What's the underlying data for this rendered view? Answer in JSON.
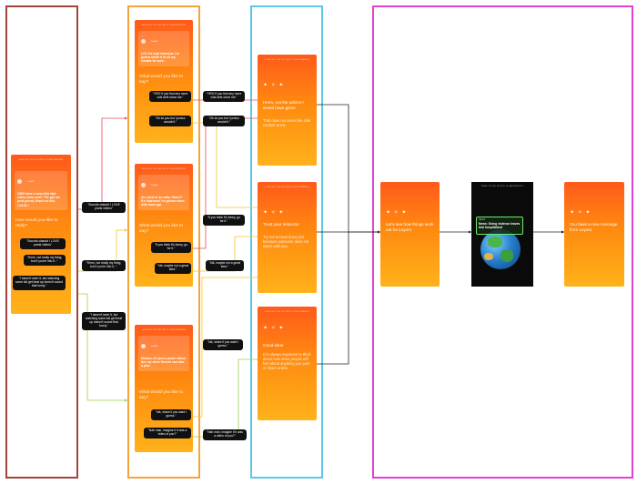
{
  "colors": {
    "lane1": "#a3443c",
    "lane2": "#f5a43a",
    "lane3": "#5ac8e6",
    "lane4": "#e23fd4",
    "link_red": "#e94b5a",
    "link_yellow": "#f2c531",
    "link_green": "#9fcf4a",
    "link_dark": "#222222"
  },
  "icons": {
    "stars": "✦ ✧ ✦"
  },
  "start": {
    "header": "HOW DID YOU DO WITH YOUR FRIENDS",
    "user": "Leyoni",
    "message": "OMG have u seen this tiph video John sent? The ppl are prnk pened, thank no this LOLOL!",
    "prompt": "How would you like to reply?",
    "replies": [
      "\"Sounds classic! I LOVE prank videos\"",
      "\"Hmm, not really my thing, but if you're into it...\"",
      "\"I haven't seen it, but watching some kid get beat up doesn't sound that funny.\""
    ]
  },
  "lane1_links": [
    "\"Sounds classic! I LOVE prank videos\"",
    "\"Hmm, not really my thing, but if you're into it...\"",
    "\"I haven't seen it, but watching some kid get beat up doesn't sound that funny.\""
  ],
  "branches": [
    {
      "header": "HOW DID YOU DO WITH YOUR FRIENDS",
      "user": "Leyoni",
      "message": "LOL It's legit hilarious. I'm gonna share it to all my socials fer sure.",
      "prompt": "What would you like to say?",
      "replies": [
        "\"YES! If you find any more vids defs show me.\"",
        "\"Ok lol you but I prolso wouldn't.\""
      ]
    },
    {
      "header": "HOW DID YOU DO WITH YOUR FRIENDS",
      "user": "Leyoni",
      "message": "Ah, what ur so salty. Hmm?! It's hilarious! I'm gonna share with more ppl.",
      "prompt": "What would you like to say?",
      "replies": [
        "\"If you think it's funny, go for it.\"",
        "\"Idk, maybe not a great idea.\""
      ]
    },
    {
      "header": "HOW DID YOU DO WITH YOUR FRIENDS",
      "user": "Leyoni",
      "message": "Hmmm, it's just a prank video! Are my other friends can take a joke.",
      "prompt": "What would you like to say?",
      "replies": [
        "\"Idk, share if you want I guess.\"",
        "\"Nah man, imagine if it was a video of you?\""
      ]
    }
  ],
  "lane2_links": [
    "\"YES! If you find any more vids defs show me.\"",
    "\"Ok lol you but I prolso wouldn't.\"",
    "\"If you think it's funny, go for it.\"",
    "\"Idk, maybe not a great idea.\"",
    "\"Idk, share if you want I guess.\"",
    "\"Nah man, imagine if it was a video of you?\""
  ],
  "results": [
    {
      "header": "HOW DID YOU DO WITH YOUR FRIENDS",
      "title": "Hmm, not the advice I would have given",
      "body": "That does not seem like safe content to me."
    },
    {
      "header": "HOW DID YOU DO WITH YOUR FRIENDS",
      "title": "Trust your instincts!",
      "body": "Try not to back down just because someone does not agree with you."
    },
    {
      "header": "HOW DID YOU DO WITH YOUR FRIENDS",
      "title": "Good idea!",
      "body": "It is always important to think about how other people will feel about anything you post or share online."
    }
  ],
  "final": [
    {
      "type": "text",
      "title": "Let's see how things work out for Leyoni"
    },
    {
      "type": "news",
      "header": "WHAT IN THE WORLD IS HAPPENING?",
      "source": "NEWS",
      "headline": "News: Going violence leaves trial hospitalised"
    },
    {
      "type": "text",
      "title": "You have a new message from Leyoni"
    }
  ]
}
